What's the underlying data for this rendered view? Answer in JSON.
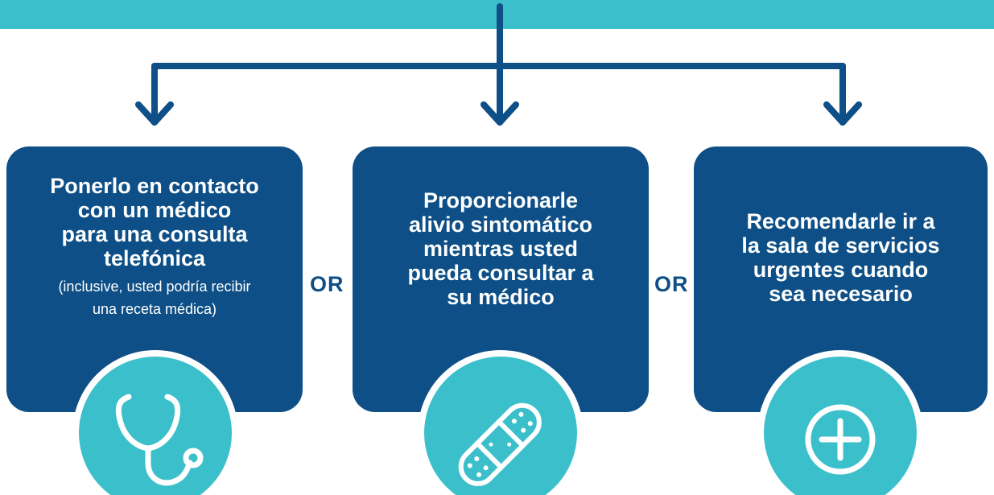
{
  "colors": {
    "accent_teal": "#3bc0cb",
    "card_navy": "#0d4f86",
    "text_white": "#ffffff"
  },
  "options": [
    {
      "title": "Ponerlo en contacto\ncon un médico\npara una consulta\ntelefónica",
      "subtitle": "(inclusive, usted podría recibir\nuna receta médica)",
      "icon": "stethoscope-icon"
    },
    {
      "title": "Proporcionarle\nalivio sintomático\nmientras usted\npueda consultar a\nsu médico",
      "icon": "bandage-icon"
    },
    {
      "title": "Recomendarle ir a\nla sala de servicios\nurgentes cuando\nsea necesario",
      "icon": "plus-circle-icon"
    }
  ],
  "separators": [
    "OR",
    "OR"
  ]
}
